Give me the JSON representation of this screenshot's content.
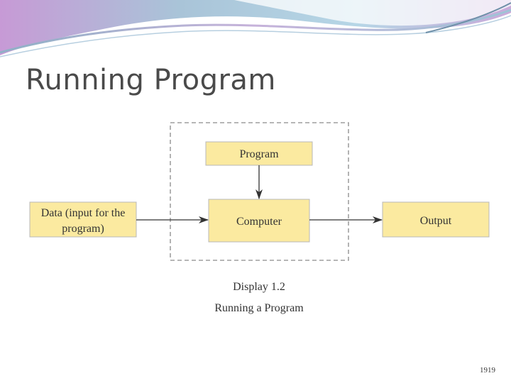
{
  "slide": {
    "title": "Running Program",
    "page_number": "1919"
  },
  "diagram": {
    "boxes": {
      "program": "Program",
      "data_line1": "Data (input for the",
      "data_line2": "program)",
      "computer": "Computer",
      "output": "Output"
    },
    "caption": {
      "line1": "Display 1.2",
      "line2": "Running a Program"
    }
  },
  "colors": {
    "box_fill": "#fbeaa0",
    "box_border": "#b8b8b8",
    "dashed_border": "#8a8a8a",
    "arrow": "#333333",
    "title_text": "#4a4a4a"
  }
}
